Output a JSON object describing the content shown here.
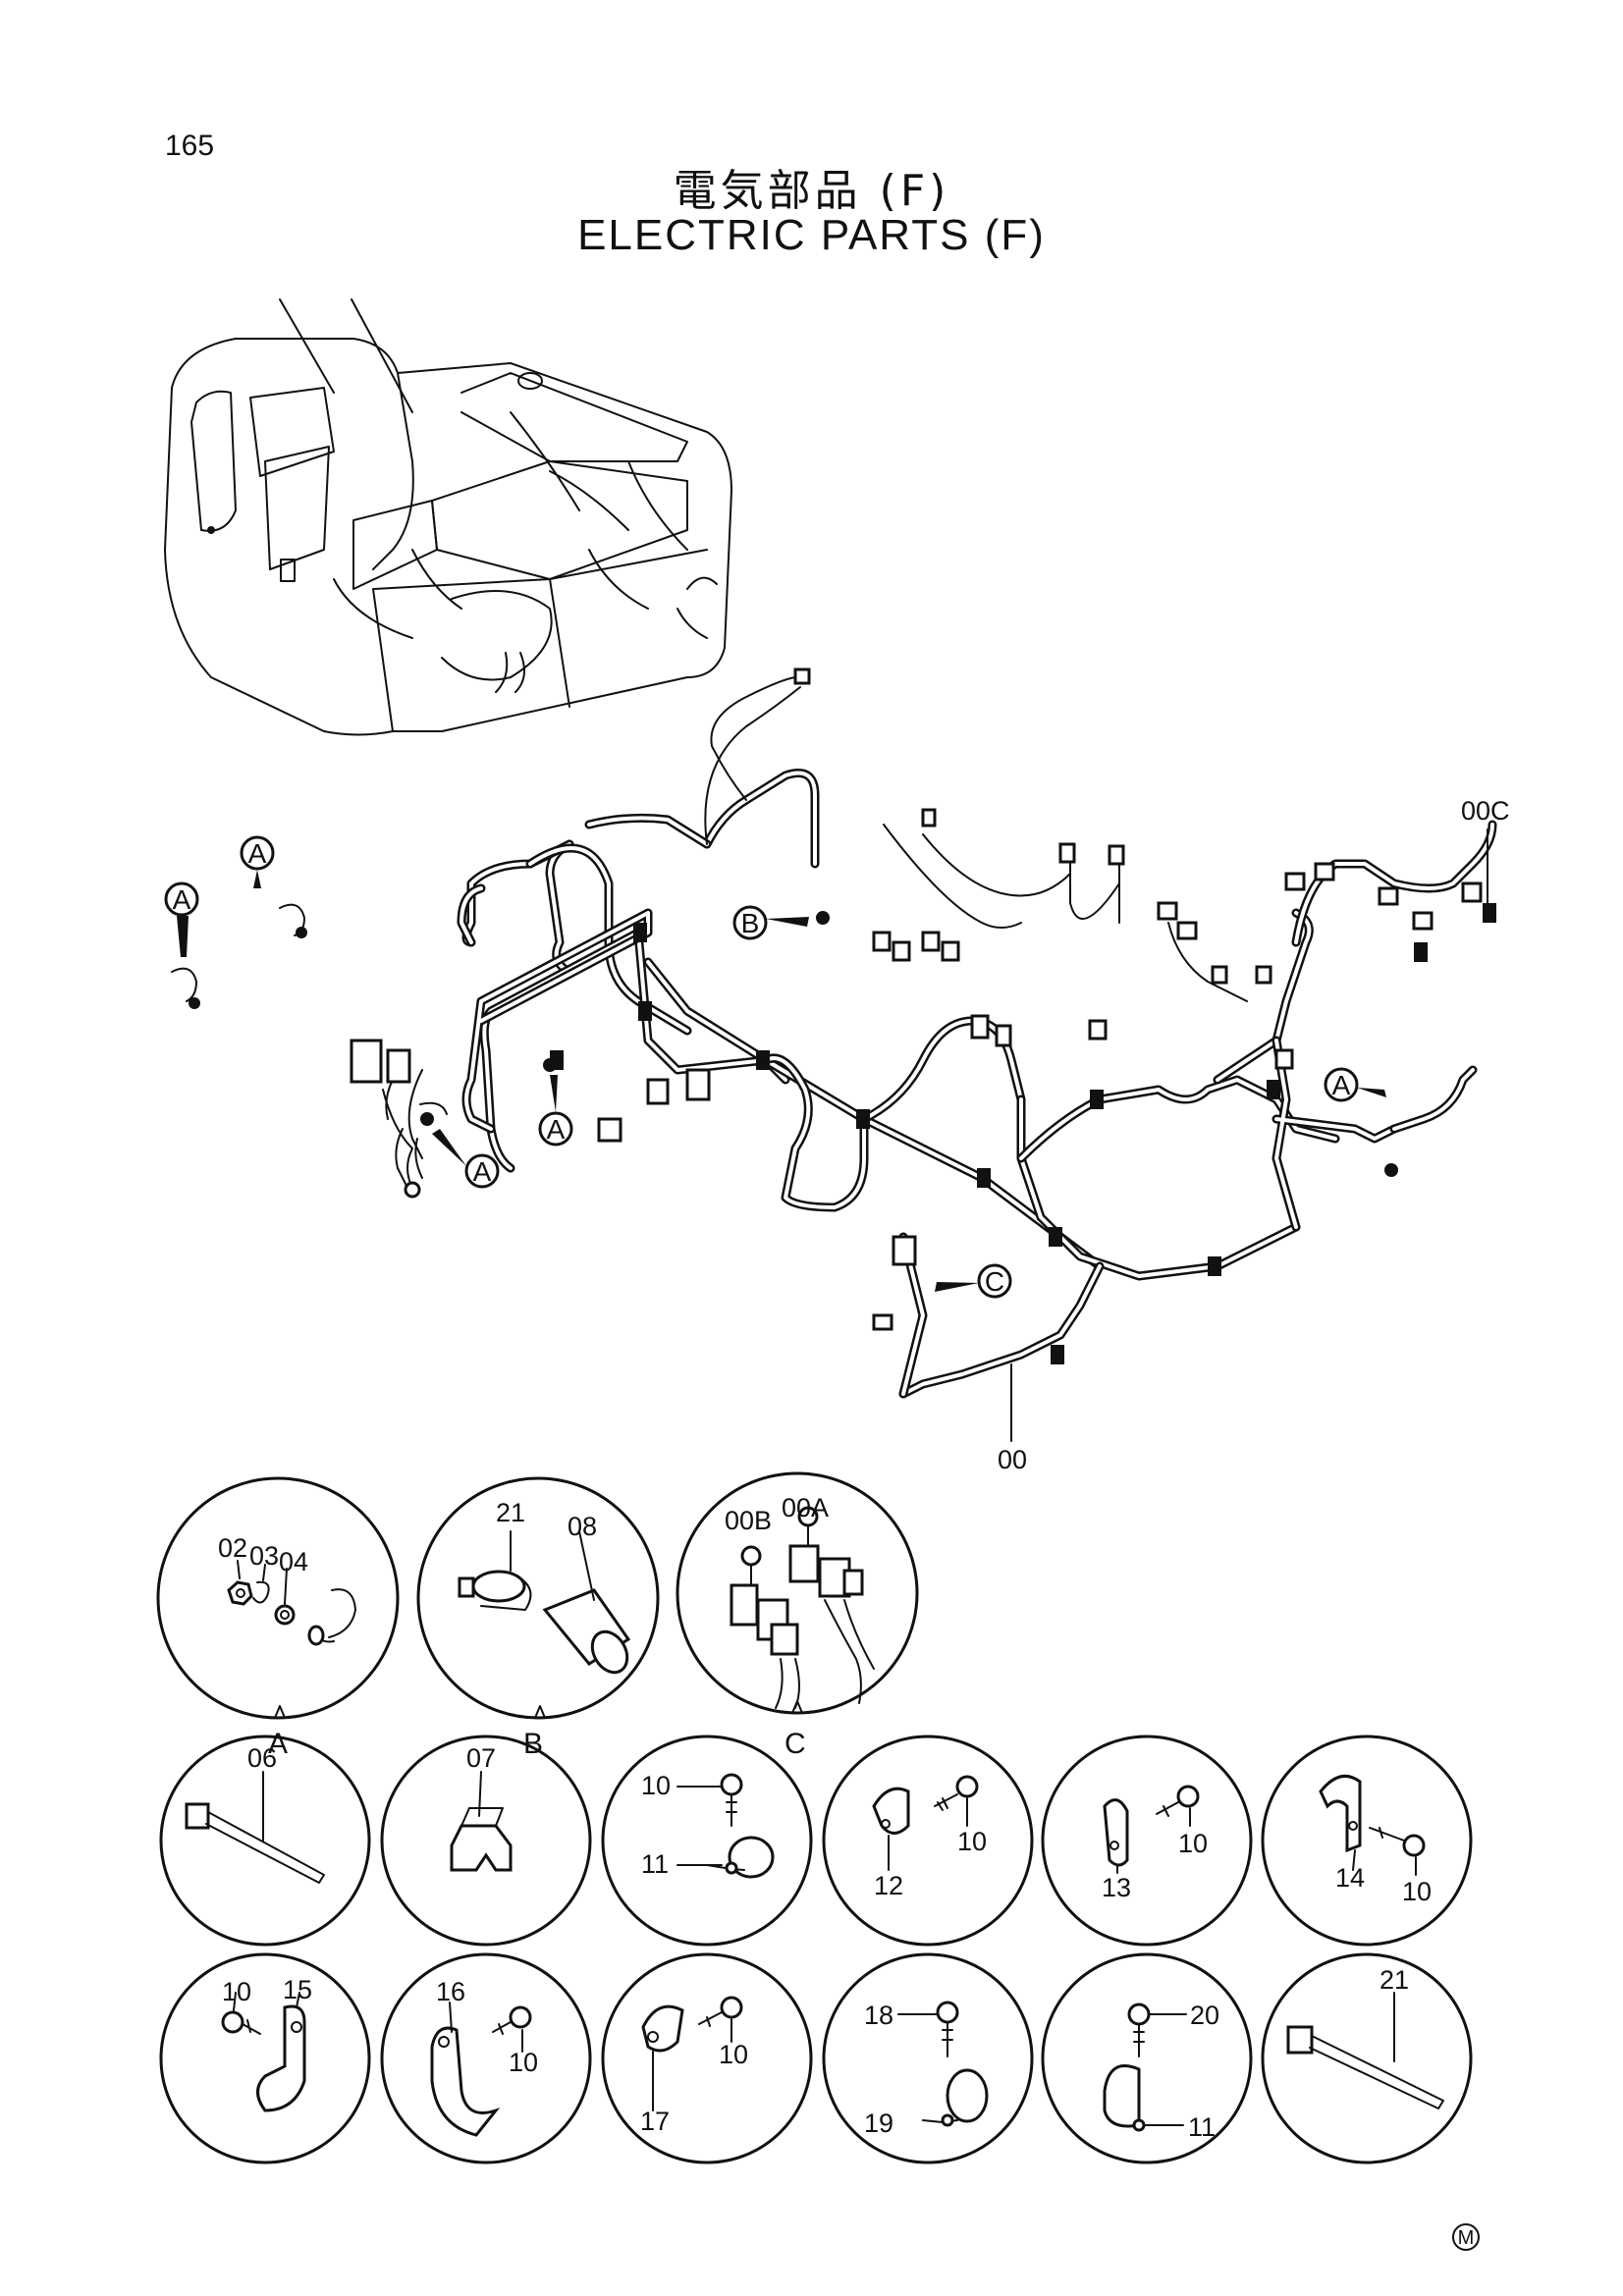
{
  "page": {
    "number": "165",
    "title_jp": "電気部品 (F)",
    "title_en": "ELECTRIC PARTS (F)",
    "mark": "M"
  },
  "main_diagram": {
    "callouts": [
      "A",
      "A",
      "A",
      "A",
      "A",
      "B",
      "C"
    ],
    "part_labels": [
      "00C",
      "00"
    ]
  },
  "detail_views": [
    {
      "caption": "A",
      "parts": [
        "02",
        "03",
        "04"
      ]
    },
    {
      "caption": "B",
      "parts": [
        "21",
        "08"
      ]
    },
    {
      "caption": "C",
      "parts": [
        "00A",
        "00B"
      ]
    }
  ],
  "parts_row_1": [
    {
      "parts": [
        "06"
      ]
    },
    {
      "parts": [
        "07"
      ]
    },
    {
      "parts": [
        "10",
        "11"
      ]
    },
    {
      "parts": [
        "12",
        "10"
      ]
    },
    {
      "parts": [
        "13",
        "10"
      ]
    },
    {
      "parts": [
        "14",
        "10"
      ]
    }
  ],
  "parts_row_2": [
    {
      "parts": [
        "10",
        "15"
      ]
    },
    {
      "parts": [
        "16",
        "10"
      ]
    },
    {
      "parts": [
        "17",
        "10"
      ]
    },
    {
      "parts": [
        "18",
        "19"
      ]
    },
    {
      "parts": [
        "20",
        "11"
      ]
    },
    {
      "parts": [
        "21"
      ]
    }
  ]
}
